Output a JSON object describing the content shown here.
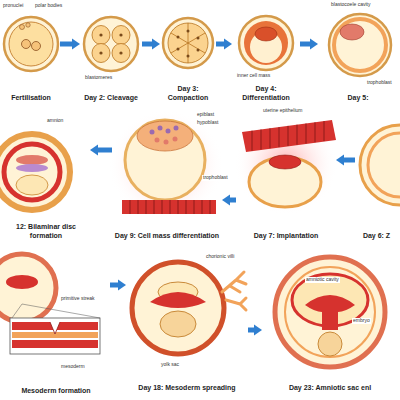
{
  "diagram": {
    "nodes": [
      {
        "text": [
          "Fertilisation"
        ]
      },
      {
        "text": [
          "Day 2: Cleavage"
        ]
      },
      {
        "text": [
          "Day 3: Compaction"
        ]
      },
      {
        "text": [
          "Day 4: Differentiation"
        ]
      },
      {
        "text": [
          "Day 5:"
        ]
      },
      {
        "text": [
          "Day 6: Z"
        ]
      },
      {
        "text": [
          "Day 7: Implantation"
        ]
      },
      {
        "text": [
          "Day 9: Cell mass differentiation"
        ]
      },
      {
        "text": [
          "12: Bilaminar disc formation"
        ]
      },
      {
        "text": [
          "Mesoderm formation"
        ]
      },
      {
        "text": [
          "Day 18: Mesoderm spreading"
        ]
      },
      {
        "text": [
          "Day 23: Amniotic sac enl"
        ]
      }
    ],
    "edges": [
      {
        "from": 0,
        "to": 1,
        "arrow": "to"
      },
      {
        "from": 1,
        "to": 2,
        "arrow": "to"
      },
      {
        "from": 2,
        "to": 3,
        "arrow": "to"
      },
      {
        "from": 3,
        "to": 4,
        "arrow": "to"
      },
      {
        "from": 5,
        "to": 6,
        "arrow": "to"
      },
      {
        "from": 6,
        "to": 7,
        "arrow": "to"
      },
      {
        "from": 7,
        "to": 8,
        "arrow": "to"
      },
      {
        "from": 9,
        "to": 10,
        "arrow": "to"
      },
      {
        "from": 10,
        "to": 11,
        "arrow": "to"
      }
    ],
    "labels": [
      "pronuclei",
      "polar bodies",
      "blastomeres",
      "inner cell mass",
      "blastocoele cavity",
      "trophoblast",
      "uterine epithelium",
      "epiblast",
      "hypoblast",
      "trophoblast",
      "amnion",
      "primitive streak",
      "mesoderm",
      "chorionic villi",
      "yolk sac",
      "amniotic cavity",
      "embryo"
    ]
  }
}
